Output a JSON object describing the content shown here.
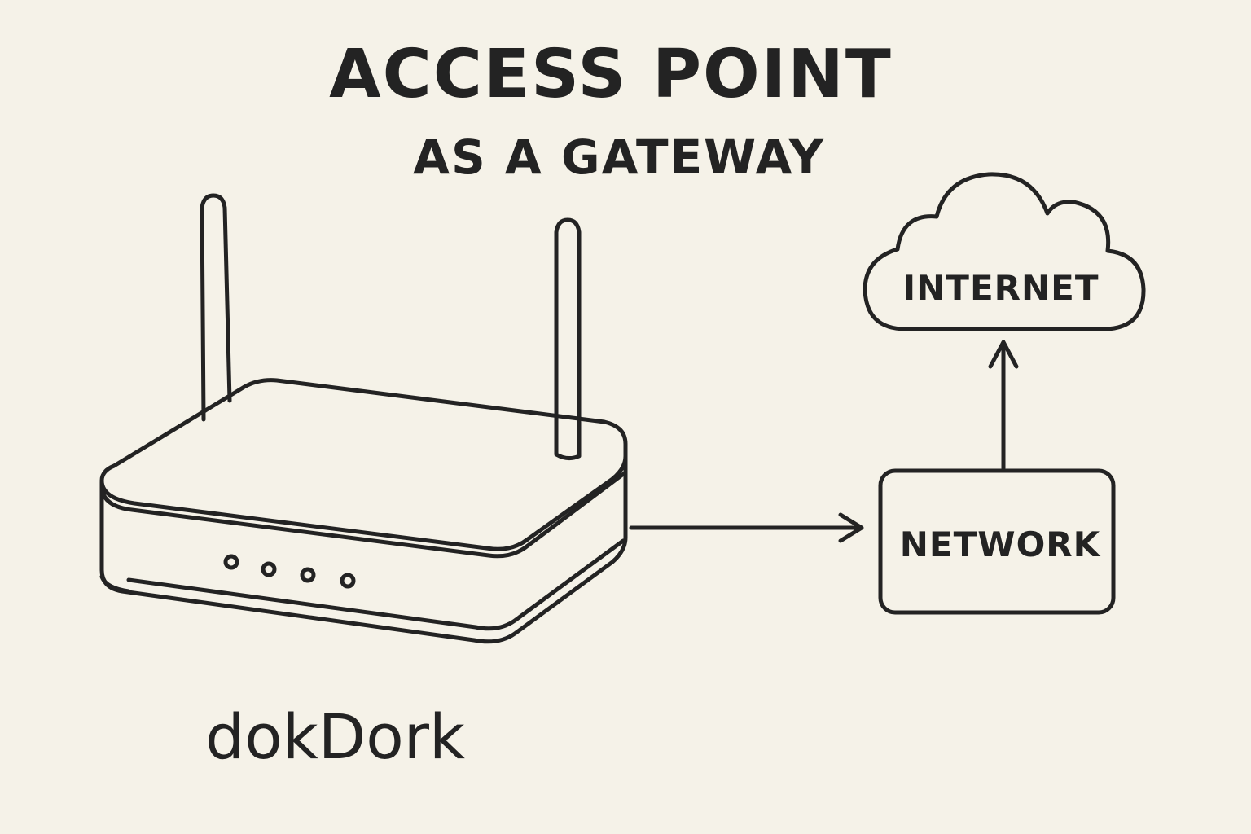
{
  "title": {
    "main": "ACCESS POINT",
    "sub": "AS A GATEWAY"
  },
  "nodes": {
    "access_point": {
      "label": "dokDork",
      "icon": "wireless-router-icon"
    },
    "network": {
      "label": "NETWORK",
      "icon": "network-box"
    },
    "internet": {
      "label": "INTERNET",
      "icon": "cloud-icon"
    }
  },
  "edges": [
    {
      "from": "access_point",
      "to": "network"
    },
    {
      "from": "network",
      "to": "internet"
    }
  ],
  "colors": {
    "background": "#f5f2e8",
    "ink": "#232323"
  }
}
